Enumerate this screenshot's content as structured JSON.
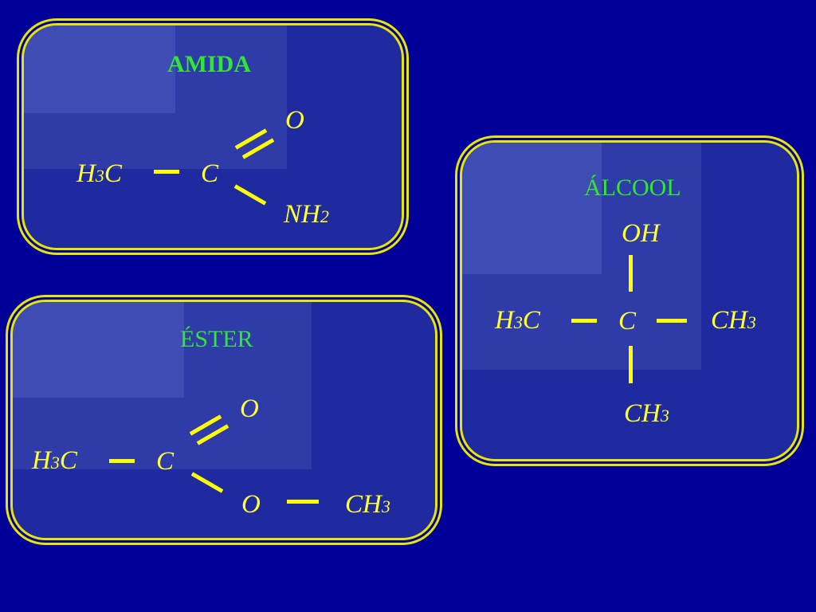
{
  "colors": {
    "background": "#000099",
    "panel": "#1e2a9e",
    "border": "#e6e600",
    "title": "#33e633",
    "atoms": "#ffff33",
    "bonds": "#ffff00"
  },
  "panels": {
    "amida": {
      "title": "AMIDA",
      "atoms": {
        "methyl": "H",
        "methyl_sub": "3",
        "methyl_tail": "C",
        "carbon": "C",
        "oxygen": "O",
        "amine": "NH",
        "amine_sub": "2"
      }
    },
    "alcool": {
      "title": "ÁLCOOL",
      "atoms": {
        "hydroxyl": "OH",
        "methyl_left": "H",
        "methyl_left_sub": "3",
        "methyl_left_tail": "C",
        "carbon": "C",
        "methyl_right": "CH",
        "methyl_right_sub": "3",
        "methyl_bottom": "CH",
        "methyl_bottom_sub": "3"
      }
    },
    "ester": {
      "title": "ÉSTER",
      "atoms": {
        "methyl": "H",
        "methyl_sub": "3",
        "methyl_tail": "C",
        "carbon": "C",
        "oxygen_double": "O",
        "oxygen_single": "O",
        "methyl_right": "CH",
        "methyl_right_sub": "3"
      }
    }
  }
}
